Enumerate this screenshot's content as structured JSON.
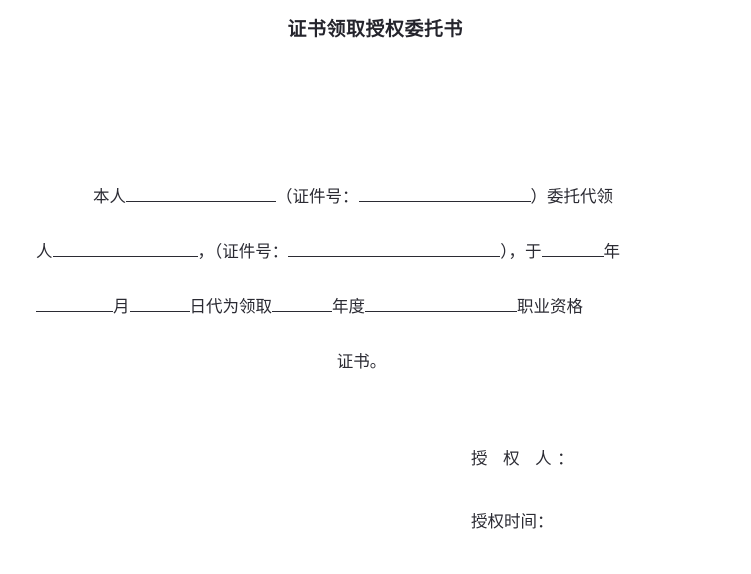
{
  "document": {
    "title": "证书领取授权委托书",
    "background_color": "#ffffff",
    "text_color": "#2b2b33",
    "body": {
      "line1": {
        "seg1": "本人",
        "seg2": "（证件号：",
        "seg3": "）委托代领"
      },
      "line2": {
        "seg1": "人",
        "seg2": "，（证件号：",
        "seg3": "），于",
        "seg4": "年"
      },
      "line3": {
        "seg1": "月",
        "seg2": "日代为领取",
        "seg3": "年度",
        "seg4": "职业资格"
      },
      "line4": {
        "seg1": "证书。"
      }
    },
    "signature": {
      "authorizer_label": "授 权 人：",
      "date_label": "授权时间："
    },
    "blanks": {
      "name1": "",
      "id1": "",
      "name2": "",
      "id2": "",
      "year1": "",
      "month": "",
      "day": "",
      "year2": "",
      "certificate": ""
    }
  }
}
